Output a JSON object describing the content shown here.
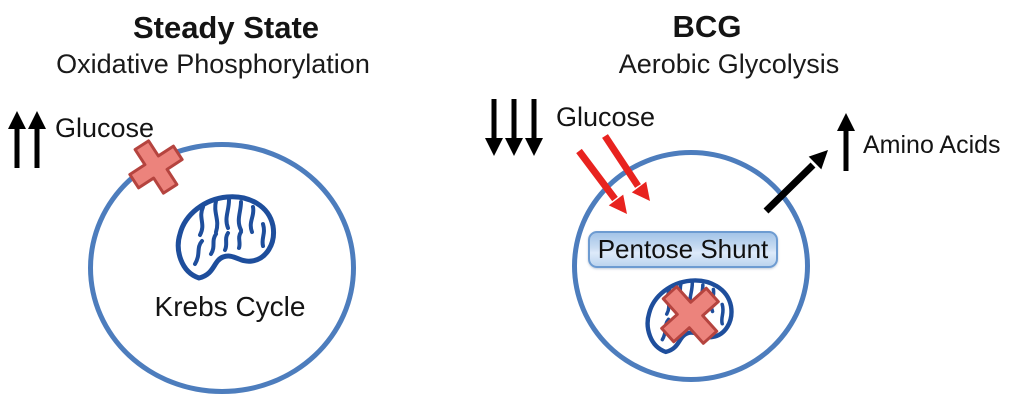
{
  "left_panel": {
    "title": "Steady State",
    "subtitle": "Oxidative Phosphorylation",
    "glucose": {
      "label": "Glucose",
      "arrow_direction": "up",
      "arrow_count": 2
    },
    "membrane_entry_blocked": true,
    "organelle": "mitochondria",
    "organelle_label": "Krebs Cycle"
  },
  "right_panel": {
    "title": "BCG",
    "subtitle": "Aerobic Glycolysis",
    "glucose": {
      "label": "Glucose",
      "arrow_direction": "down",
      "arrow_count": 3
    },
    "influx_arrows": {
      "color": "red",
      "count": 2
    },
    "pentose_shunt_label": "Pentose Shunt",
    "amino_acids": {
      "label": "Amino Acids",
      "arrow_direction": "up",
      "arrow_count": 1
    },
    "mitochondria_blocked": true
  },
  "colors": {
    "membrane_blue": "#4d7dbd",
    "mitochondria_blue": "#1e4e9c",
    "blocked_x_fill": "#ec837c",
    "blocked_x_stroke": "#b5443f",
    "influx_arrow_red": "#e8231f",
    "arrow_black": "#000000",
    "pentose_fill": "#c9dcf2",
    "pentose_border": "#6d9bd1",
    "text": "#111111",
    "background": "#ffffff"
  }
}
